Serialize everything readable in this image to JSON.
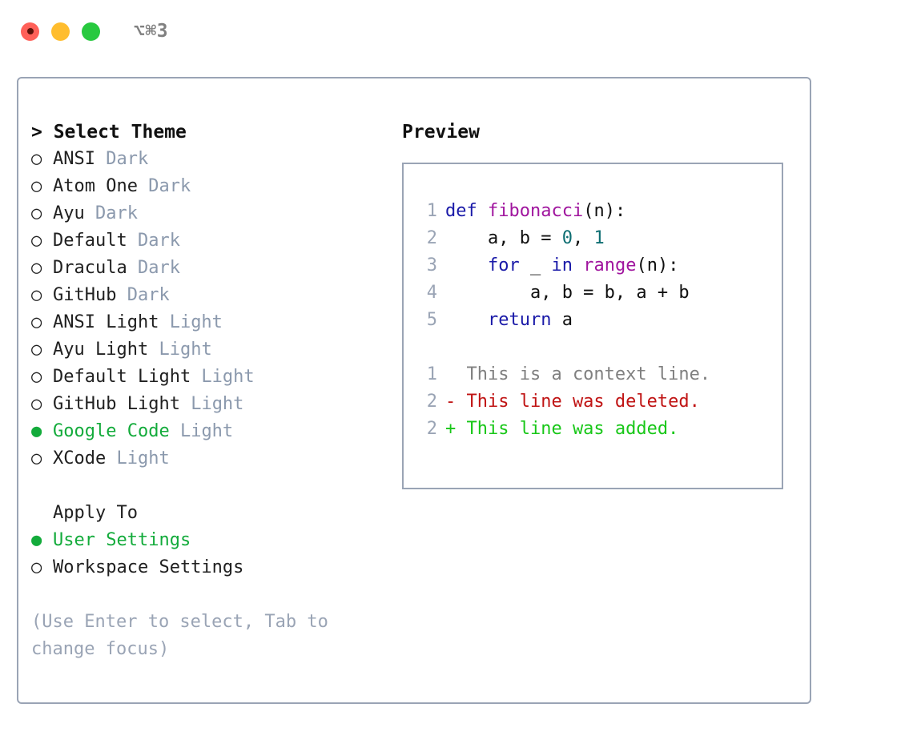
{
  "window": {
    "shortcut": "⌥⌘3",
    "traffic_lights": [
      {
        "name": "close",
        "color": "#ff6058"
      },
      {
        "name": "minimize",
        "color": "#ffbd2e"
      },
      {
        "name": "zoom",
        "color": "#28c93f"
      }
    ]
  },
  "theme_picker": {
    "heading": "> Select Theme",
    "marker_selected": "●",
    "marker_unselected": "○",
    "items": [
      {
        "label": "ANSI",
        "tag": "Dark",
        "selected": false
      },
      {
        "label": "Atom One",
        "tag": "Dark",
        "selected": false
      },
      {
        "label": "Ayu",
        "tag": "Dark",
        "selected": false
      },
      {
        "label": "Default",
        "tag": "Dark",
        "selected": false
      },
      {
        "label": "Dracula",
        "tag": "Dark",
        "selected": false
      },
      {
        "label": "GitHub",
        "tag": "Dark",
        "selected": false
      },
      {
        "label": "ANSI Light",
        "tag": "Light",
        "selected": false
      },
      {
        "label": "Ayu Light",
        "tag": "Light",
        "selected": false
      },
      {
        "label": "Default Light",
        "tag": "Light",
        "selected": false
      },
      {
        "label": "GitHub Light",
        "tag": "Light",
        "selected": false
      },
      {
        "label": "Google Code",
        "tag": "Light",
        "selected": true
      },
      {
        "label": "XCode",
        "tag": "Light",
        "selected": false
      }
    ]
  },
  "apply_to": {
    "heading": "Apply To",
    "items": [
      {
        "label": "User Settings",
        "selected": true
      },
      {
        "label": "Workspace Settings",
        "selected": false
      }
    ]
  },
  "hint": "(Use Enter to select, Tab to change focus)",
  "preview": {
    "title": "Preview",
    "code_lines": [
      {
        "num": "1",
        "tokens": [
          {
            "t": "def ",
            "c": "kw"
          },
          {
            "t": "fibonacci",
            "c": "fn"
          },
          {
            "t": "(n):",
            "c": "plain"
          }
        ]
      },
      {
        "num": "2",
        "tokens": [
          {
            "t": "    a, b = ",
            "c": "plain"
          },
          {
            "t": "0",
            "c": "num"
          },
          {
            "t": ", ",
            "c": "plain"
          },
          {
            "t": "1",
            "c": "num"
          }
        ]
      },
      {
        "num": "3",
        "tokens": [
          {
            "t": "    ",
            "c": "plain"
          },
          {
            "t": "for",
            "c": "kw"
          },
          {
            "t": " _ ",
            "c": "plain"
          },
          {
            "t": "in",
            "c": "kw"
          },
          {
            "t": " ",
            "c": "plain"
          },
          {
            "t": "range",
            "c": "fn"
          },
          {
            "t": "(n):",
            "c": "plain"
          }
        ]
      },
      {
        "num": "4",
        "tokens": [
          {
            "t": "        a, b = b, a + b",
            "c": "plain"
          }
        ]
      },
      {
        "num": "5",
        "tokens": [
          {
            "t": "    ",
            "c": "plain"
          },
          {
            "t": "return",
            "c": "kw"
          },
          {
            "t": " a",
            "c": "plain"
          }
        ]
      }
    ],
    "diff_lines": [
      {
        "num": "1",
        "sign": "  ",
        "text": "This is a context line.",
        "kind": "ctx"
      },
      {
        "num": "2",
        "sign": "- ",
        "text": "This line was deleted.",
        "kind": "del"
      },
      {
        "num": "2",
        "sign": "+ ",
        "text": "This line was added.",
        "kind": "add"
      }
    ]
  },
  "colors": {
    "border": "#9aa4b5",
    "accent_green": "#13ab3b",
    "tag_muted": "#8b99ad",
    "hint": "#9aa4b5",
    "keyword": "#1a1aa8",
    "function": "#a0159e",
    "number": "#0e6e72",
    "diff_context": "#808080",
    "diff_deleted": "#c01414",
    "diff_added": "#18c718"
  }
}
